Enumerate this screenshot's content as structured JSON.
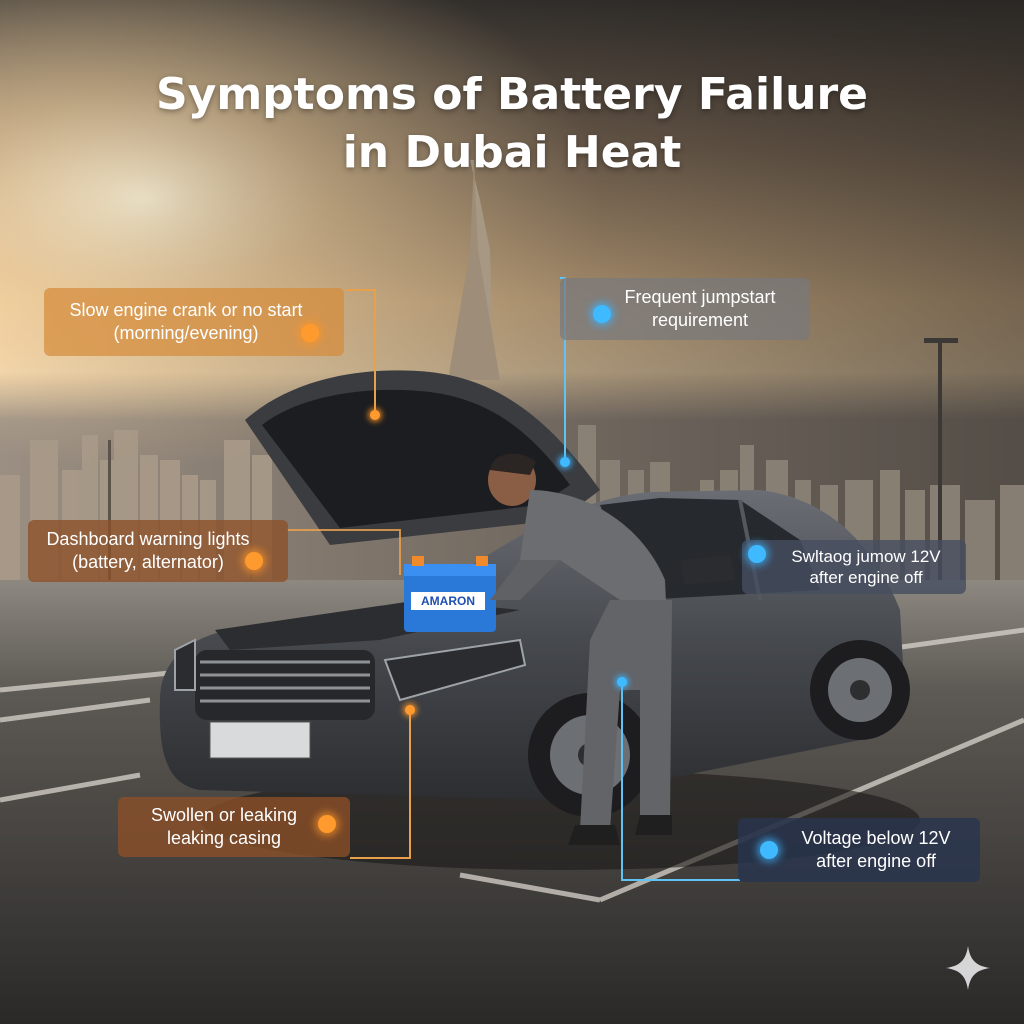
{
  "title": {
    "line1": "Symptoms of Battery Failure",
    "line2": "in Dubai Heat"
  },
  "callouts": [
    {
      "text": "Slow engine crank or no start\n(morning/evening)",
      "line1": "Slow engine crank or no start",
      "line2": "(morning/evening)"
    },
    {
      "line1": "Frequent jumpstart",
      "line2": "requirement"
    },
    {
      "line1": "Dashboard warning lights",
      "line2": "(battery, alternator)"
    },
    {
      "line1": "Swltaog jumow 12V",
      "line2": "after engine off"
    },
    {
      "line1": "Swollen or leaking",
      "line2": "leaking casing"
    },
    {
      "line1": "Voltage below 12V",
      "line2": "after engine off"
    }
  ],
  "battery_brand": "AMARON",
  "colors": {
    "accent_orange": "#ff9a2e",
    "accent_blue": "#3fb9ff",
    "sky_warm": "#f1c996",
    "asphalt": "#3b3a3a",
    "car_body": "#4a4d52"
  },
  "icons": {
    "corner": "sparkle-icon"
  }
}
